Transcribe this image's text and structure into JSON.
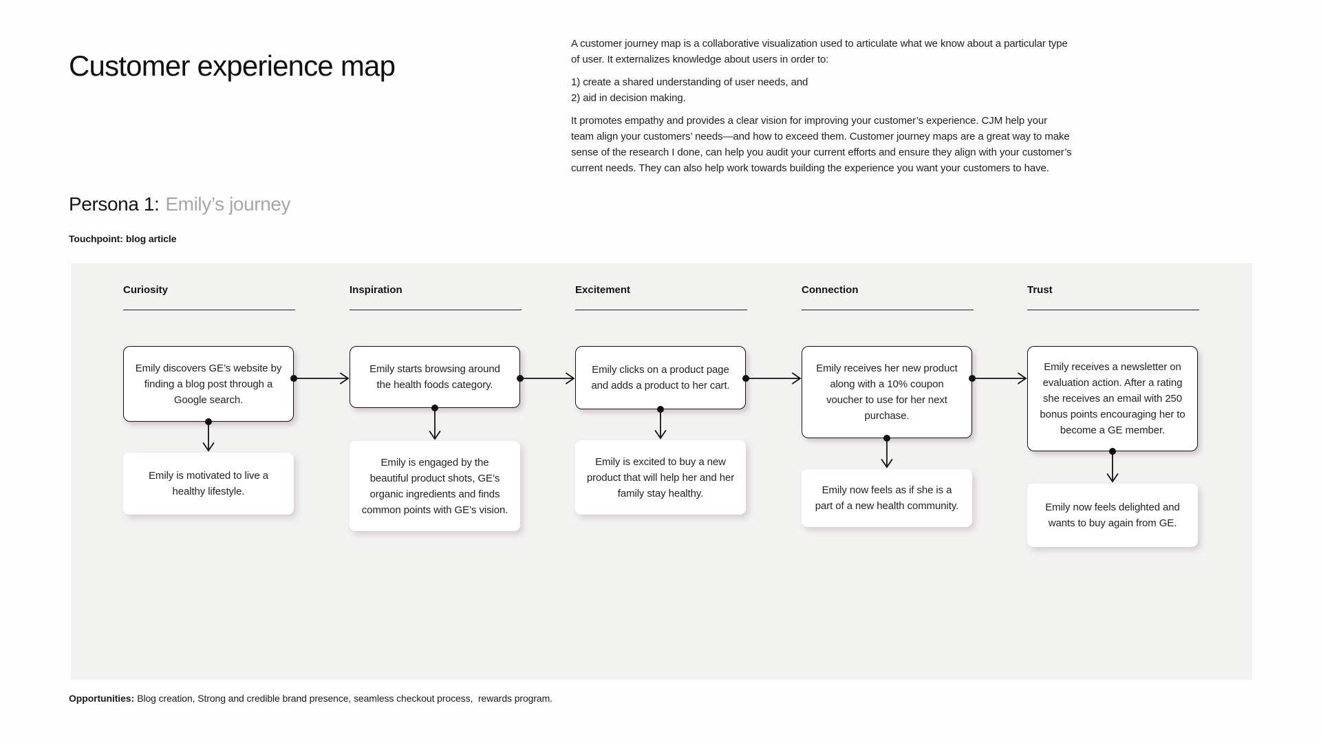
{
  "header": {
    "title": "Customer experience map",
    "intro": {
      "p1": "A customer journey map is a collaborative visualization used to articulate what we know about a particular type of user. It externalizes knowledge about users in order to:",
      "list_item_1": "1) create a shared understanding of user needs, and",
      "list_item_2": "2) aid in decision making.",
      "p2": "It promotes empathy and provides a clear vision for improving your customer’s experience. CJM help your team align your customers’ needs—and how to exceed them. Customer journey maps are a great way to make sense of the research I done, can help you audit your current efforts and ensure they align with your customer’s current needs. They can also help work towards building the experience you want your customers to have."
    }
  },
  "persona": {
    "label": "Persona 1:",
    "name": "Emily’s journey"
  },
  "touchpoint": {
    "label": "Touchpoint:",
    "value": "blog article"
  },
  "journey": {
    "stages": [
      {
        "label": "Curiosity",
        "action": "Emily discovers GE’s website by finding a blog post through a Google search.",
        "feeling": "Emily is motivated to live a healthy lifestyle."
      },
      {
        "label": "Inspiration",
        "action": "Emily starts browsing around the health foods category.",
        "feeling": "Emily is engaged by the beautiful product shots, GE’s organic ingredients and finds common points with GE’s vision."
      },
      {
        "label": "Excitement",
        "action": "Emily clicks on a product page and adds a product to her cart.",
        "feeling": "Emily is excited to buy a new product that will help her and her family stay healthy."
      },
      {
        "label": "Connection",
        "action": "Emily receives her new product along with a 10% coupon voucher to use for her next purchase.",
        "feeling": "Emily now feels as if she is a part of a new health community."
      },
      {
        "label": "Trust",
        "action": "Emily receives a newsletter on evaluation action. After a rating she receives an email with 250 bonus points encouraging her to become a GE member.",
        "feeling": "Emily now feels delighted and wants to buy again from GE."
      }
    ]
  },
  "opportunities": {
    "label": "Opportunities:",
    "value": "Blog creation, Strong and credible brand presence, seamless checkout process,  rewards program."
  },
  "colors": {
    "page_background": "#fdfdfd",
    "panel_background": "#f2f2f1",
    "card_background": "#ffffff",
    "text": "#161616",
    "muted_text": "#a7a7a7",
    "connector": "#111111",
    "card_shadow": "#b296a3"
  }
}
